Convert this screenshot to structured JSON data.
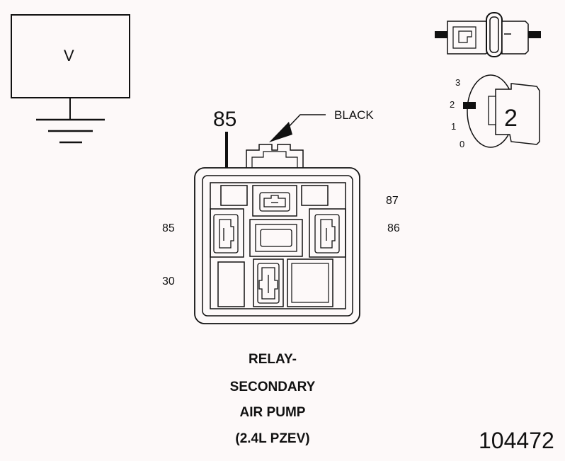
{
  "symbol": {
    "voltage_label": "V"
  },
  "callout": {
    "pin_number": "85",
    "wire_color": "BLACK"
  },
  "pins": {
    "left_upper": "85",
    "left_lower": "30",
    "right_upper": "87",
    "right_lower": "86"
  },
  "connector_key": {
    "positions": [
      "3",
      "2",
      "1",
      "0"
    ],
    "selected": "2"
  },
  "title": {
    "line1": "RELAY-",
    "line2": "SECONDARY",
    "line3": "AIR PUMP",
    "line4": "(2.4L PZEV)"
  },
  "figure_number": "104472"
}
